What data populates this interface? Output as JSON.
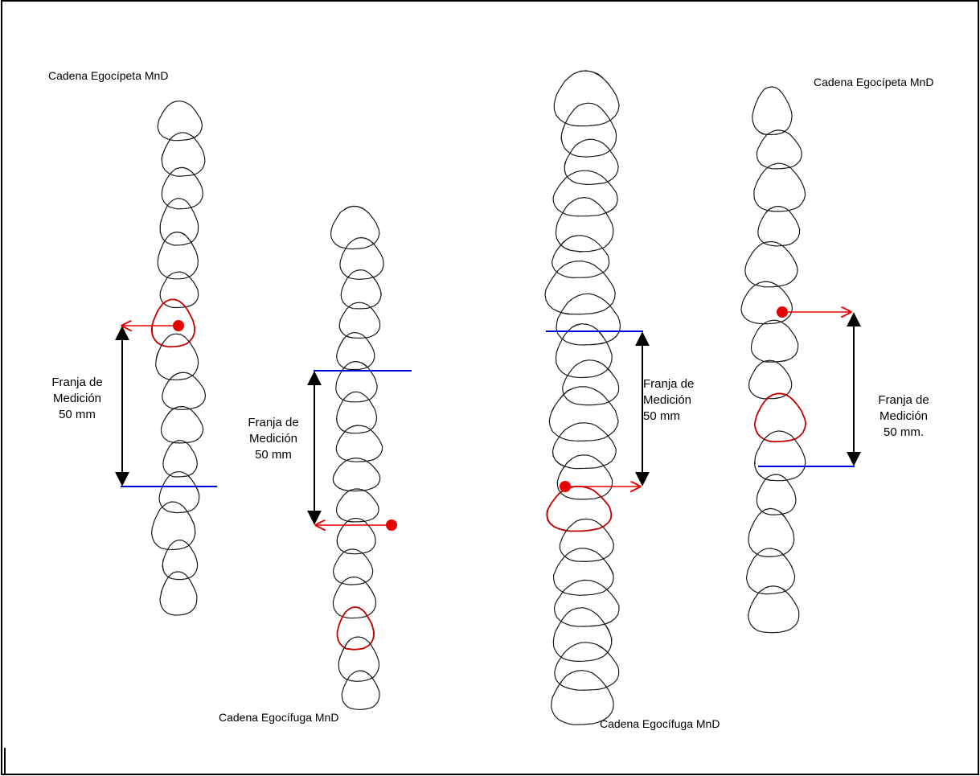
{
  "colors": {
    "ink": "#1a1a1a",
    "start_loop": "#c40000",
    "marker_dot": "#e60000",
    "marker_arrow": "#e60000",
    "boundary": "#0000dd",
    "range_arrow": "#000000"
  },
  "chains": [
    {
      "title": "Cadena Egocípeta MnD",
      "direction": "egocipeta",
      "loop_count": 15,
      "measurement_band": {
        "label_line1": "Franja de",
        "label_line2": "Medición",
        "label_line3": "50 mm"
      }
    },
    {
      "title": "Cadena Egocífuga MnD",
      "direction": "egocifuga",
      "loop_count": 16,
      "measurement_band": {
        "label_line1": "Franja de",
        "label_line2": "Medición",
        "label_line3": "50 mm"
      }
    },
    {
      "title": "Cadena Egocífuga MnD",
      "direction": "egocifuga",
      "loop_count": 20,
      "measurement_band": {
        "label_line1": "Franja de",
        "label_line2": "Medición",
        "label_line3": "50 mm"
      }
    },
    {
      "title": "Cadena Egocípeta MnD",
      "direction": "egocipeta",
      "loop_count": 14,
      "measurement_band": {
        "label_line1": "Franja de",
        "label_line2": "Medición",
        "label_line3": "50 mm."
      }
    }
  ]
}
